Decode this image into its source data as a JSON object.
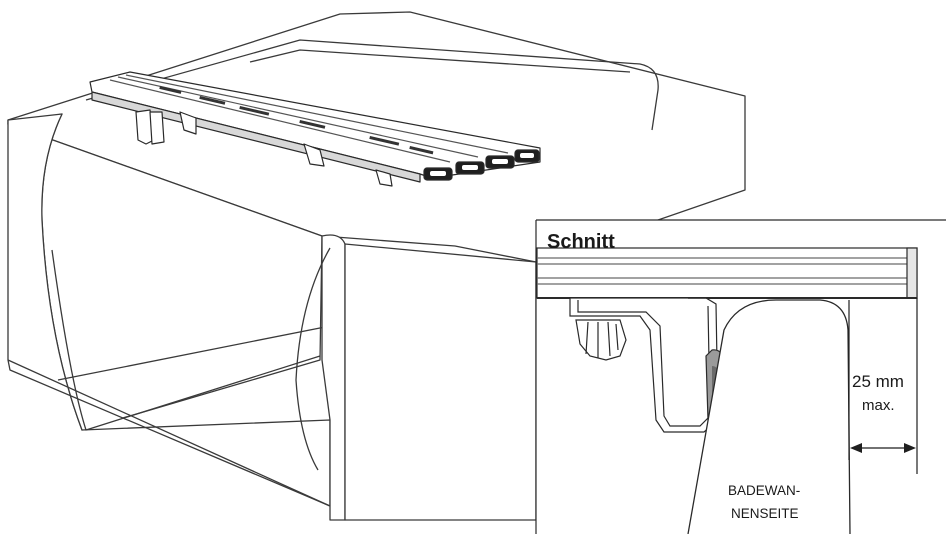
{
  "section": {
    "title": "Schnitt"
  },
  "dimension": {
    "value": "25 mm",
    "qualifier": "max."
  },
  "side_label": {
    "line1": "BADEWAN-",
    "line2": "NENSEITE"
  },
  "colors": {
    "line": "#3a3a3a",
    "fill": "#ffffff",
    "shade": "#8c8c8c",
    "dark": "#1f1f1f"
  }
}
